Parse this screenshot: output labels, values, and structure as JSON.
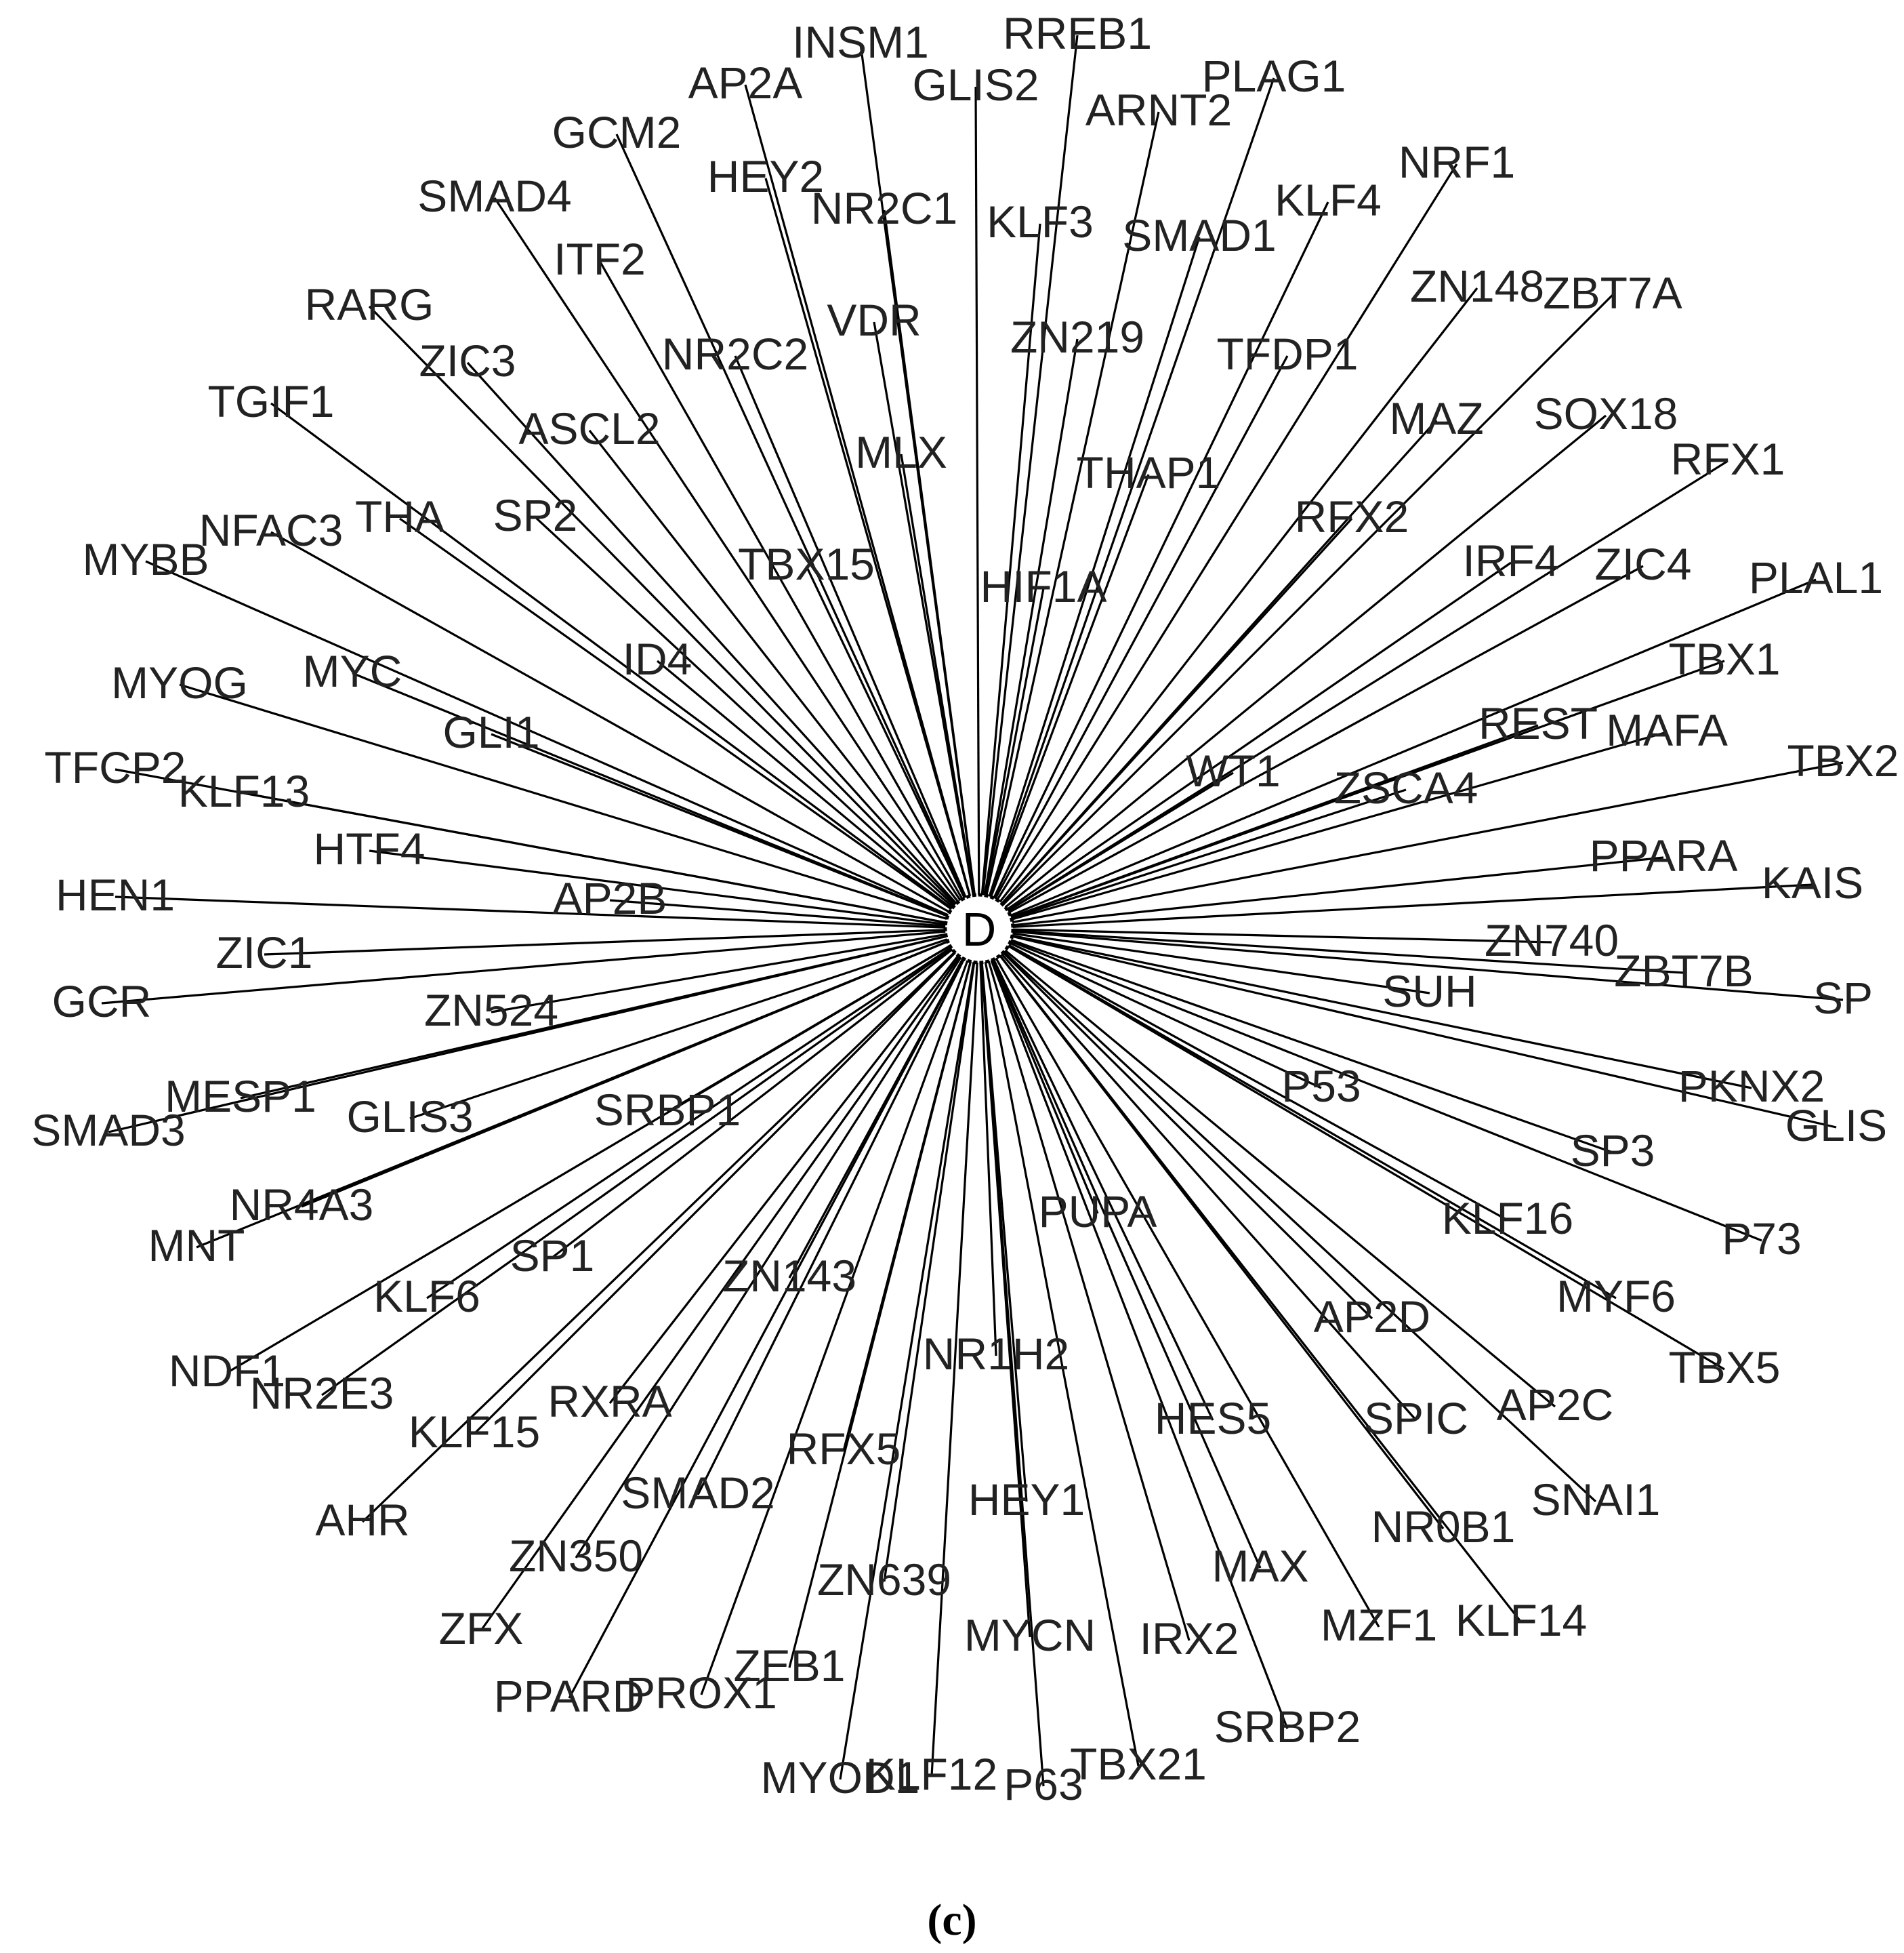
{
  "diagram": {
    "type": "star-network",
    "center_node": "D",
    "caption": "(c)",
    "line_color": "#000000",
    "label_color": "#222222",
    "nodes": [
      "AP2A",
      "INSM1",
      "RREB1",
      "GLIS2",
      "PLAG1",
      "ARNT2",
      "GCM2",
      "HEY2",
      "NR2C1",
      "KLF3",
      "SMAD4",
      "SMAD1",
      "NRF1",
      "KLF4",
      "ITF2",
      "ZN148",
      "ZBT7A",
      "RARG",
      "NR2C2",
      "VDR",
      "ZN219",
      "TFDP1",
      "ZIC3",
      "TGIF1",
      "ASCL2",
      "MAZ",
      "SOX18",
      "MLX",
      "THAP1",
      "RFX1",
      "NFAC3",
      "THA",
      "SP2",
      "RFX2",
      "MYBB",
      "TBX15",
      "HIF1A",
      "IRF4",
      "ZIC4",
      "PLAL1",
      "ID4",
      "TBX1",
      "MYOG",
      "MYC",
      "REST",
      "MAFA",
      "GLI1",
      "TFCP2",
      "KLF13",
      "WT1",
      "ZSCA4",
      "TBX2",
      "HTF4",
      "PPARA",
      "HEN1",
      "AP2B",
      "KAIS",
      "ZN740",
      "ZIC1",
      "ZBT7B",
      "GCR",
      "ZN524",
      "SUH",
      "SP",
      "P53",
      "PKNX2",
      "MESP1",
      "GLIS3",
      "SRBP1",
      "GLIS",
      "SMAD3",
      "SP3",
      "NR4A3",
      "PUPA",
      "MNT",
      "KLF16",
      "P73",
      "SP1",
      "ZN143",
      "KLF6",
      "MYF6",
      "AP2D",
      "NR1H2",
      "NDF1",
      "TBX5",
      "NR2E3",
      "AP2C",
      "HES5",
      "SPIC",
      "RXRA",
      "KLF15",
      "RFX5",
      "SMAD2",
      "HEY1",
      "SNAI1",
      "NR0B1",
      "AHR",
      "ZN350",
      "MAX",
      "ZN639",
      "MZF1",
      "KLF14",
      "ZFX",
      "MYCN",
      "IRX2",
      "PPARD",
      "ZEB1",
      "PROX1",
      "SRBP2",
      "TBX21",
      "KLF12",
      "MYOD1",
      "P63"
    ]
  }
}
